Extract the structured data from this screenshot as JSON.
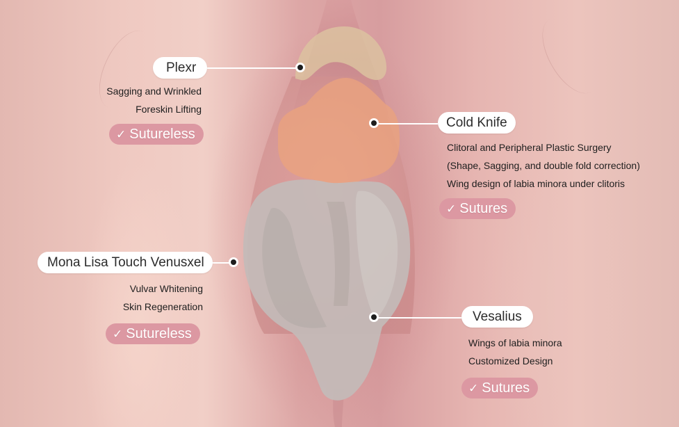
{
  "colors": {
    "pill_bg": "#ffffff",
    "pill_text": "#2b2b2b",
    "badge_bg": "#dc98a2",
    "badge_text": "#ffffff",
    "zone_plexr": "#dcc2a0",
    "zone_cold_knife": "#eba37e",
    "zone_mona_lisa_vesalius": "#c3bbb8"
  },
  "procedures": [
    {
      "id": "plexr",
      "name": "Plexr",
      "descriptions": [
        "Sagging and Wrinkled",
        "Foreskin Lifting"
      ],
      "badge": {
        "icon": "check-icon",
        "check": "✓",
        "label": "Sutureless"
      }
    },
    {
      "id": "cold-knife",
      "name": "Cold Knife",
      "descriptions": [
        "Clitoral and Peripheral Plastic Surgery",
        "(Shape, Sagging, and double fold correction)",
        "Wing design of labia minora under clitoris"
      ],
      "badge": {
        "icon": "check-icon",
        "check": "✓",
        "label": "Sutures"
      }
    },
    {
      "id": "mona-lisa",
      "name": "Mona Lisa Touch Venusxel",
      "descriptions": [
        "Vulvar Whitening",
        "Skin Regeneration"
      ],
      "badge": {
        "icon": "check-icon",
        "check": "✓",
        "label": "Sutureless"
      }
    },
    {
      "id": "vesalius",
      "name": "Vesalius",
      "descriptions": [
        "Wings of labia minora",
        "Customized Design"
      ],
      "badge": {
        "icon": "check-icon",
        "check": "✓",
        "label": "Sutures"
      }
    }
  ]
}
